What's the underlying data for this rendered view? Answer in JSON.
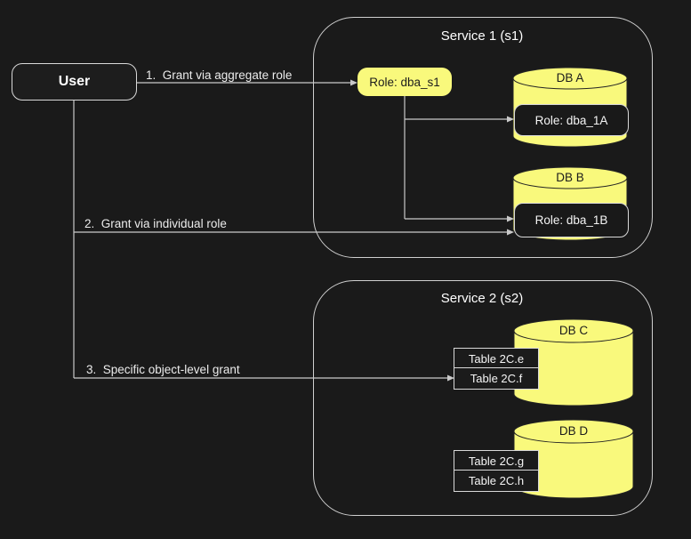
{
  "colors": {
    "background": "#1a1a1a",
    "node_yellow": "#f9f97c",
    "line_gray": "#c9c9c9",
    "border_light": "#d9d9d9",
    "dark_node_fill": "#191919",
    "text_light": "#f5f5f5",
    "text_dark": "#1c1c1c"
  },
  "user": {
    "label": "User"
  },
  "edges": [
    {
      "label": "1.  Grant via aggregate role"
    },
    {
      "label": "2.  Grant via individual role"
    },
    {
      "label": "3.  Specific object-level grant"
    }
  ],
  "service1": {
    "title": "Service 1 (s1)",
    "aggregate_role": "Role: dba_s1",
    "databases": [
      {
        "name": "DB A",
        "role": "Role: dba_1A"
      },
      {
        "name": "DB B",
        "role": "Role: dba_1B"
      }
    ]
  },
  "service2": {
    "title": "Service 2 (s2)",
    "databases": [
      {
        "name": "DB C",
        "tables": [
          "Table 2C.e",
          "Table 2C.f"
        ]
      },
      {
        "name": "DB D",
        "tables": [
          "Table 2C.g",
          "Table 2C.h"
        ]
      }
    ]
  }
}
